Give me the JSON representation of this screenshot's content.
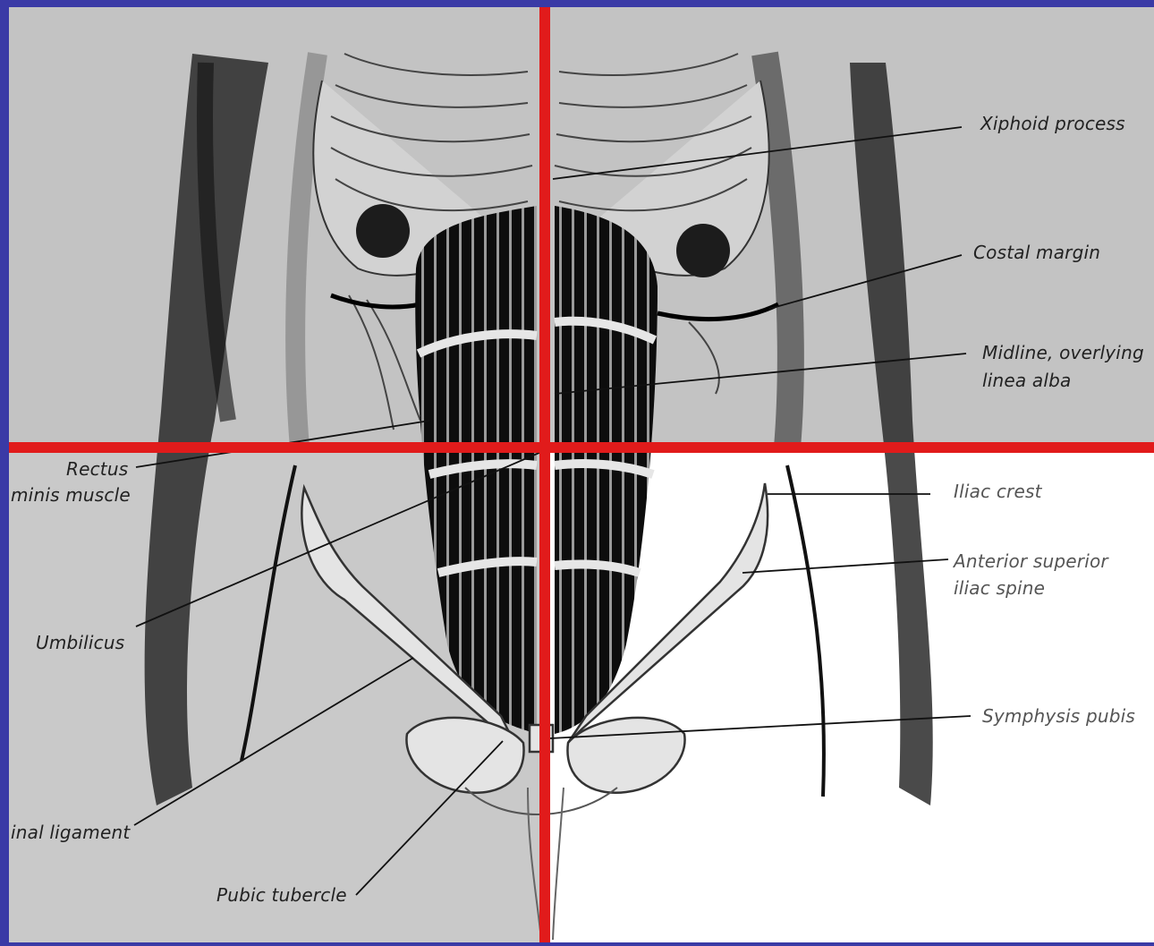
{
  "title": "",
  "colors": {
    "frame": "#3a3aa6",
    "upper_quadrants": "#c3c3c3",
    "lower_left_quadrant": "#c9c9c9",
    "lower_right_quadrant": "#ffffff",
    "divider_lines": "#e11b1b",
    "ink": "#222222"
  },
  "labels": {
    "xiphoid": "Xiphoid process",
    "costal": "Costal margin",
    "midline_1": "Midline, overlying",
    "midline_2": "linea alba",
    "rectus_1": "Rectus",
    "rectus_2": "minis muscle",
    "iliac_crest": "Iliac crest",
    "asis_1": "Anterior superior",
    "asis_2": "iliac spine",
    "umbilicus": "Umbilicus",
    "symphysis": "Symphysis pubis",
    "inguinal": "inal ligament",
    "pubic_tubercle": "Pubic tubercle"
  }
}
